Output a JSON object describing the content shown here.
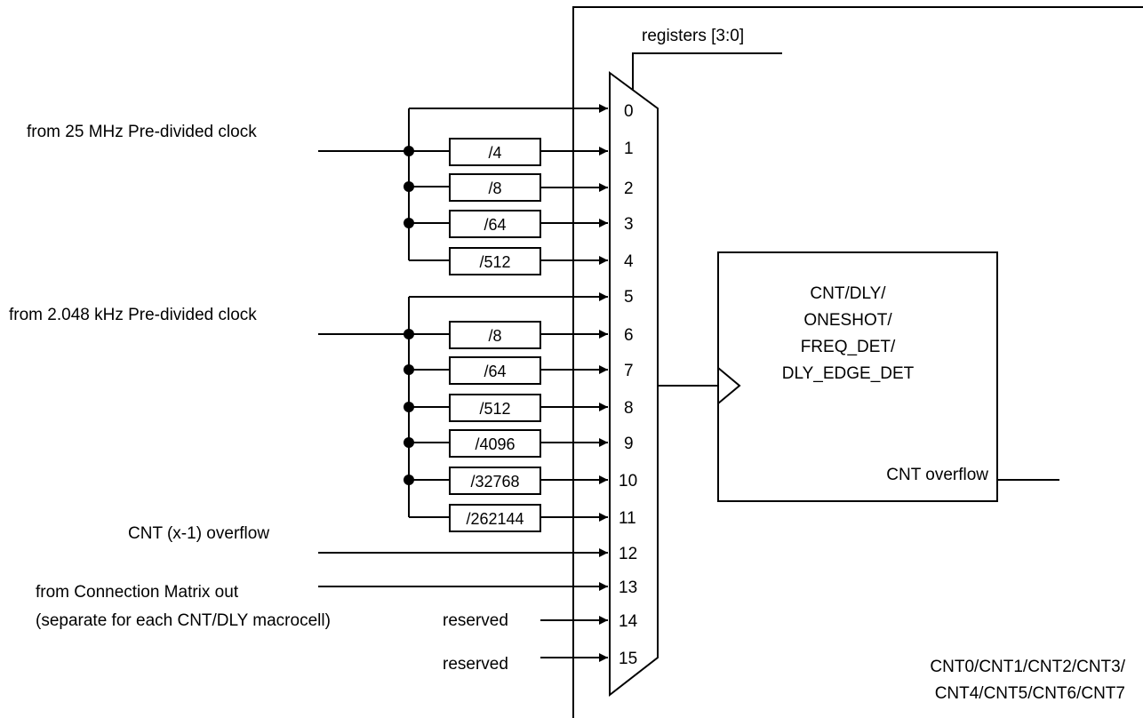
{
  "registers_label": "registers [3:0]",
  "input_labels": {
    "clk25": "from 25 MHz Pre-divided clock",
    "clk2k": "from 2.048 kHz Pre-divided clock",
    "cnt_prev": "CNT (x-1) overflow",
    "matrix_line1": "from Connection Matrix out",
    "matrix_line2": "(separate for each CNT/DLY macrocell)",
    "reserved14": "reserved",
    "reserved15": "reserved"
  },
  "mux_inputs": [
    "0",
    "1",
    "2",
    "3",
    "4",
    "5",
    "6",
    "7",
    "8",
    "9",
    "10",
    "11",
    "12",
    "13",
    "14",
    "15"
  ],
  "dividers": {
    "d1": "/4",
    "d2": "/8",
    "d3": "/64",
    "d4": "/512",
    "d6": "/8",
    "d7": "/64",
    "d8": "/512",
    "d9": "/4096",
    "d10": "/32768",
    "d11": "/262144"
  },
  "macrocell": {
    "line1": "CNT/DLY/",
    "line2": "ONESHOT/",
    "line3": "FREQ_DET/",
    "line4": "DLY_EDGE_DET",
    "overflow": "CNT overflow"
  },
  "footer": {
    "line1": "CNT0/CNT1/CNT2/CNT3/",
    "line2": "CNT4/CNT5/CNT6/CNT7"
  }
}
